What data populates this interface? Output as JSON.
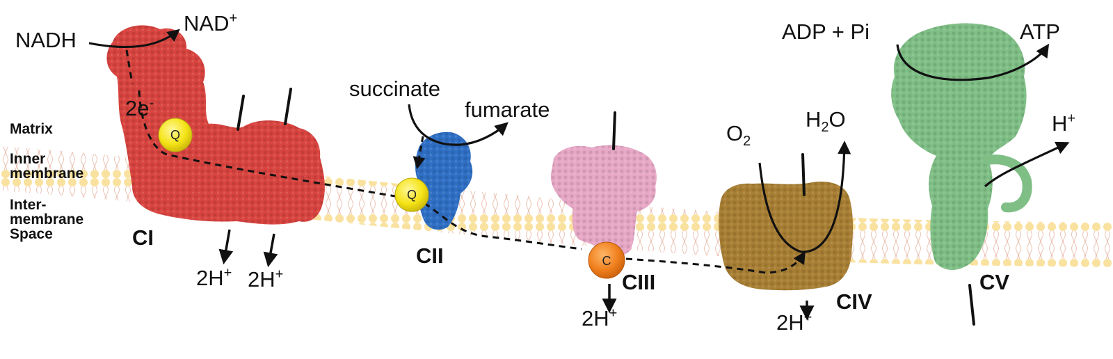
{
  "sides": {
    "matrix": "Matrix",
    "inner_membrane": [
      "Inner",
      "membrane"
    ],
    "intermembrane_space": [
      "Inter-",
      "membrane",
      "Space"
    ]
  },
  "complexes": {
    "c1": "CI",
    "c2": "CII",
    "c3": "CIII",
    "c4": "CIV",
    "c5": "CV"
  },
  "carriers": {
    "q1": "Q",
    "q2": "Q",
    "c": "C"
  },
  "colors": {
    "complex_I": "#d8443f",
    "complex_II": "#2f6fc4",
    "complex_III": "#e7a8c6",
    "complex_IV": "#a87f34",
    "complex_V": "#7fbf86",
    "ubiquinone": "#f5e417",
    "cytochrome_c": "#f0801e",
    "membrane": "#f6d98f"
  },
  "reactions": {
    "nadh": "NADH",
    "nad": {
      "base": "NAD",
      "sup": "+"
    },
    "electrons": {
      "base": "2e",
      "sup": "-"
    },
    "succinate": "succinate",
    "fumarate": "fumarate",
    "o2": {
      "base": "O",
      "sub": "2"
    },
    "h2o": {
      "pre": "H",
      "sub": "2",
      "post": "O"
    },
    "adp_pi": "ADP + Pi",
    "atp": "ATP",
    "proton": {
      "base": "H",
      "sup": "+"
    },
    "two_protons": {
      "base": "2H",
      "sup": "+"
    }
  }
}
